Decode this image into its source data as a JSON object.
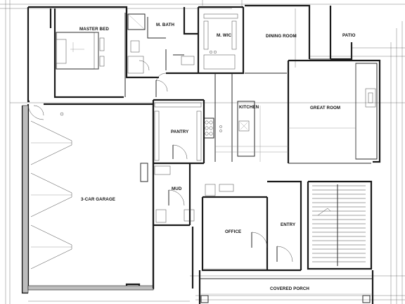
{
  "rooms": {
    "master_bed": "MASTER BED",
    "m_bath": "M. BATH",
    "m_wic": "M. WIC",
    "dining_room": "DINING ROOM",
    "patio": "PATIO",
    "kitchen": "KITCHEN",
    "great_room": "GREAT ROOM",
    "pantry": "PANTRY",
    "garage": "3-CAR GARAGE",
    "mud": "MUD",
    "office": "OFFICE",
    "entry": "ENTRY",
    "covered_porch": "COVERED PORCH"
  }
}
